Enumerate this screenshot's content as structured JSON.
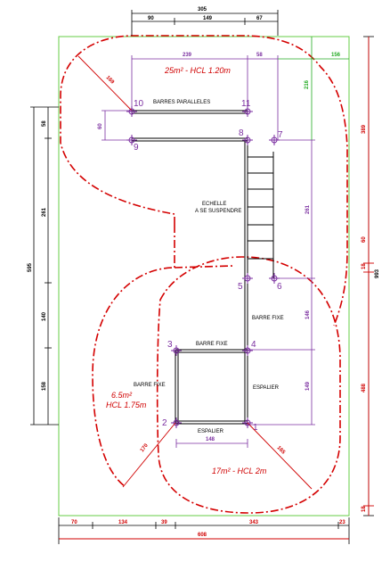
{
  "colors": {
    "boundary": "#66cc44",
    "safety_zone": "#d40000",
    "dimension_purple": "#7b2fa0",
    "dimension_black": "#000000",
    "dimension_red": "#d00000",
    "dimension_green": "#22aa22"
  },
  "zones": {
    "top": "25m² - HCL 1.20m",
    "left_area": "6.5m²",
    "left_hcl": "HCL 1.75m",
    "bottom": "17m² - HCL 2m"
  },
  "equipment": {
    "barres_paralleles": "BARRES PARALLELES",
    "echelle_line1": "ECHELLE",
    "echelle_line2": "A SE SUSPENDRE",
    "barre_fixe_right": "BARRE FIXE",
    "barre_fixe_top": "BARRE FIXE",
    "barre_fixe_left": "BARRE FIXE",
    "espalier_right": "ESPALIER",
    "espalier_bottom": "ESPALIER"
  },
  "points": {
    "p1": "1",
    "p2": "2",
    "p3": "3",
    "p4": "4",
    "p5": "5",
    "p6": "6",
    "p7": "7",
    "p8": "8",
    "p9": "9",
    "p10": "10",
    "p11": "11"
  },
  "dimensions": {
    "top_total": "305",
    "top_a": "90",
    "top_b": "149",
    "top_c": "67",
    "inner_239": "239",
    "inner_58": "58",
    "green_156": "156",
    "green_216": "216",
    "left_total": "595",
    "left_58": "58",
    "left_261": "261",
    "left_140": "140",
    "left_158": "158",
    "bar_60": "60",
    "right_mid_261": "261",
    "right_146": "146",
    "right_149": "149",
    "red_169": "169",
    "red_170": "170",
    "red_165": "165",
    "dim_148": "148",
    "far_right_total": "993",
    "far_right_389": "389",
    "far_right_60": "60",
    "far_right_18a": "18",
    "far_right_488": "488",
    "far_right_18b": "18",
    "bottom_70": "70",
    "bottom_134": "134",
    "bottom_39": "39",
    "bottom_343": "343",
    "bottom_23": "23",
    "bottom_total": "608"
  }
}
